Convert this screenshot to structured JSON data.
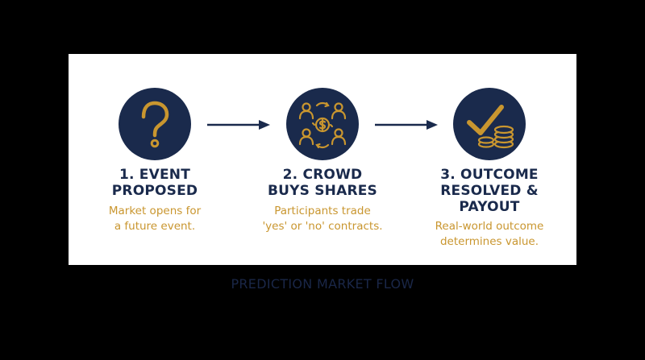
{
  "colors": {
    "navy": "#1a2a4c",
    "gold": "#c9962f",
    "background": "#000000",
    "card": "#ffffff"
  },
  "steps": [
    {
      "icon": "question-mark-icon",
      "title_line1": "1. EVENT",
      "title_line2": "PROPOSED",
      "desc_line1": "Market opens for",
      "desc_line2": "a future event."
    },
    {
      "icon": "crowd-exchange-icon",
      "title_line1": "2. CROWD",
      "title_line2": "BUYS SHARES",
      "desc_line1": "Participants trade",
      "desc_line2": "'yes' or 'no' contracts."
    },
    {
      "icon": "checkmark-coins-icon",
      "title_line1": "3. OUTCOME",
      "title_line2": "RESOLVED &",
      "title_line3": "PAYOUT",
      "desc_line1": "Real-world outcome",
      "desc_line2": "determines value."
    }
  ],
  "connectors": [
    "arrow-right-icon",
    "arrow-right-icon"
  ],
  "caption": "PREDICTION MARKET FLOW"
}
